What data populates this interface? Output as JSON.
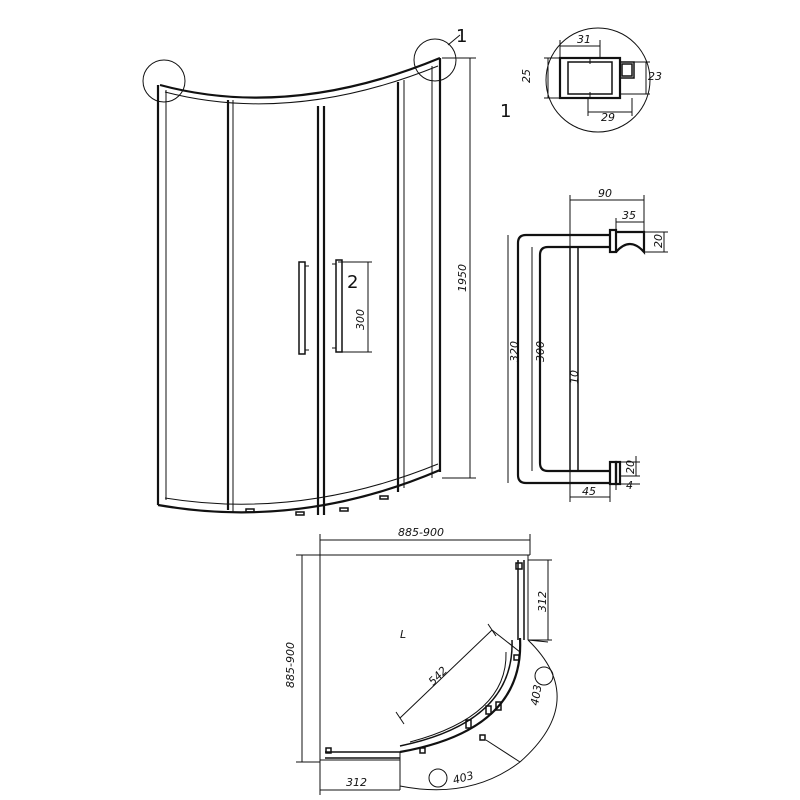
{
  "labels": {
    "callout_1": "1",
    "detail_1": "1",
    "callout_2": "2",
    "height": "1950",
    "handle_length": "300",
    "profile_top": "31",
    "profile_left": "25",
    "profile_right": "23",
    "profile_bottom": "29",
    "handle_depth": "90",
    "handle_bracket": "35",
    "bracket_top": "20",
    "handle_total": "320",
    "handle_grip": "300",
    "handle_diam": "10",
    "handle_base": "45",
    "bracket_bottom": "20",
    "bracket_thick": "4",
    "plan_width": "885-900",
    "plan_depth": "885-900",
    "fixed_panel_side": "312",
    "fixed_panel_bottom": "312",
    "entry_opening": "542",
    "arc_door_right": "403",
    "arc_door_bottom": "403",
    "corner_marker": "L"
  }
}
